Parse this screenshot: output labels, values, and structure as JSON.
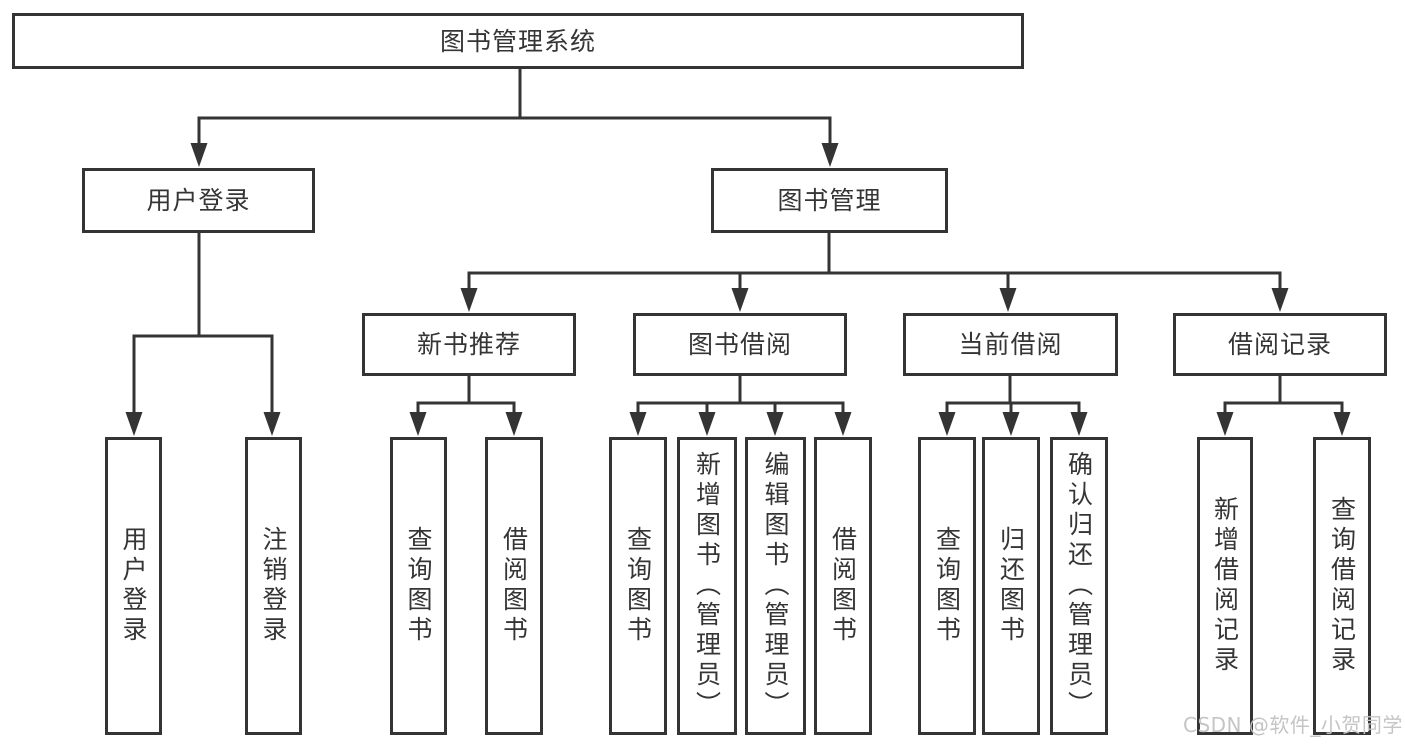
{
  "diagram_title": "图书管理系统",
  "nodes": {
    "root": {
      "label": "图书管理系统",
      "parent": null
    },
    "user_login": {
      "label": "用户登录",
      "parent": "root"
    },
    "book_mgmt": {
      "label": "图书管理",
      "parent": "root"
    },
    "new_book_rec": {
      "label": "新书推荐",
      "parent": "book_mgmt"
    },
    "book_borrow": {
      "label": "图书借阅",
      "parent": "book_mgmt"
    },
    "current_borrow": {
      "label": "当前借阅",
      "parent": "book_mgmt"
    },
    "borrow_records": {
      "label": "借阅记录",
      "parent": "book_mgmt"
    },
    "login_action": {
      "label": "用户登录",
      "parent": "user_login"
    },
    "logout_action": {
      "label": "注销登录",
      "parent": "user_login"
    },
    "nb_query": {
      "label": "查询图书",
      "parent": "new_book_rec"
    },
    "nb_borrow": {
      "label": "借阅图书",
      "parent": "new_book_rec"
    },
    "bb_query": {
      "label": "查询图书",
      "parent": "book_borrow"
    },
    "bb_add": {
      "label": "新增图书（管理员）",
      "parent": "book_borrow"
    },
    "bb_edit": {
      "label": "编辑图书（管理员）",
      "parent": "book_borrow"
    },
    "bb_borrow": {
      "label": "借阅图书",
      "parent": "book_borrow"
    },
    "cb_query": {
      "label": "查询图书",
      "parent": "current_borrow"
    },
    "cb_return": {
      "label": "归还图书",
      "parent": "current_borrow"
    },
    "cb_confirm": {
      "label": "确认归还（管理员）",
      "parent": "current_borrow"
    },
    "br_add": {
      "label": "新增借阅记录",
      "parent": "borrow_records"
    },
    "br_query": {
      "label": "查询借阅记录",
      "parent": "borrow_records"
    }
  },
  "watermark": "CSDN @软件_小贺同学",
  "colors": {
    "line": "#343434",
    "text": "#353535",
    "background": "#ffffff",
    "watermark": "#c5c5c5"
  }
}
